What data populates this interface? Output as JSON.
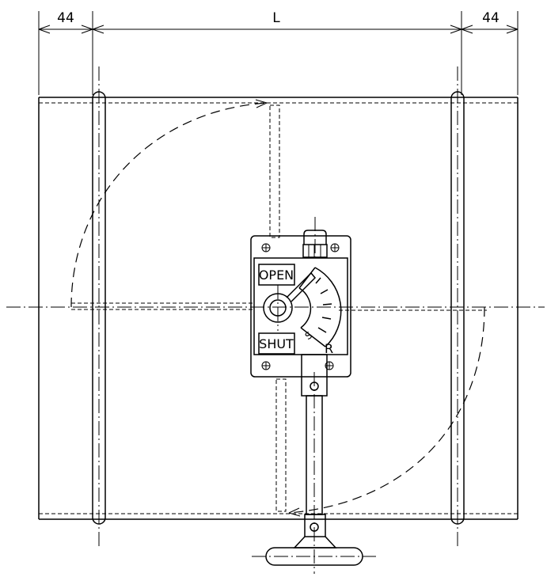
{
  "dimensions": {
    "left_flange": "44",
    "length": "L",
    "right_flange": "44"
  },
  "indicator": {
    "open_label": "OPEN",
    "shut_label": "SHUT",
    "scale_mark_s": "S",
    "scale_mark_r": "R"
  },
  "colors": {
    "line": "#000000",
    "background": "#ffffff"
  }
}
